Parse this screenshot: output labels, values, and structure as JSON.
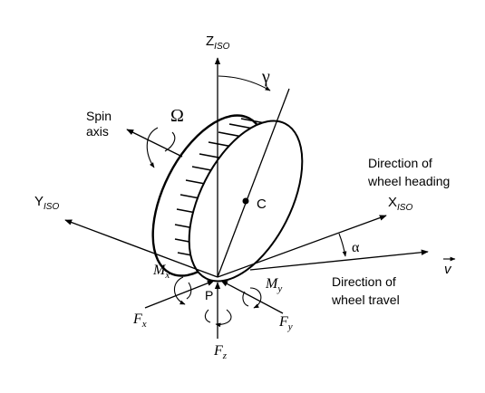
{
  "diagram": {
    "z_axis": {
      "main": "Z",
      "sub": "ISO"
    },
    "y_axis": {
      "main": "Y",
      "sub": "ISO"
    },
    "x_axis": {
      "main": "X",
      "sub": "ISO"
    },
    "camber_angle": "γ",
    "slip_angle": "α",
    "spin_rate": "Ω",
    "spin_axis_label": [
      "Spin",
      "axis"
    ],
    "wheel_heading_label": [
      "Direction of",
      "wheel heading"
    ],
    "wheel_travel_label": [
      "Direction of",
      "wheel travel"
    ],
    "velocity": "v",
    "center_point": "C",
    "contact_point": "P",
    "forces": {
      "fx": {
        "main": "F",
        "sub": "x"
      },
      "fy": {
        "main": "F",
        "sub": "y"
      },
      "fz": {
        "main": "F",
        "sub": "z"
      }
    },
    "moments": {
      "mx": {
        "main": "M",
        "sub": "x"
      },
      "my": {
        "main": "M",
        "sub": "y"
      }
    }
  }
}
